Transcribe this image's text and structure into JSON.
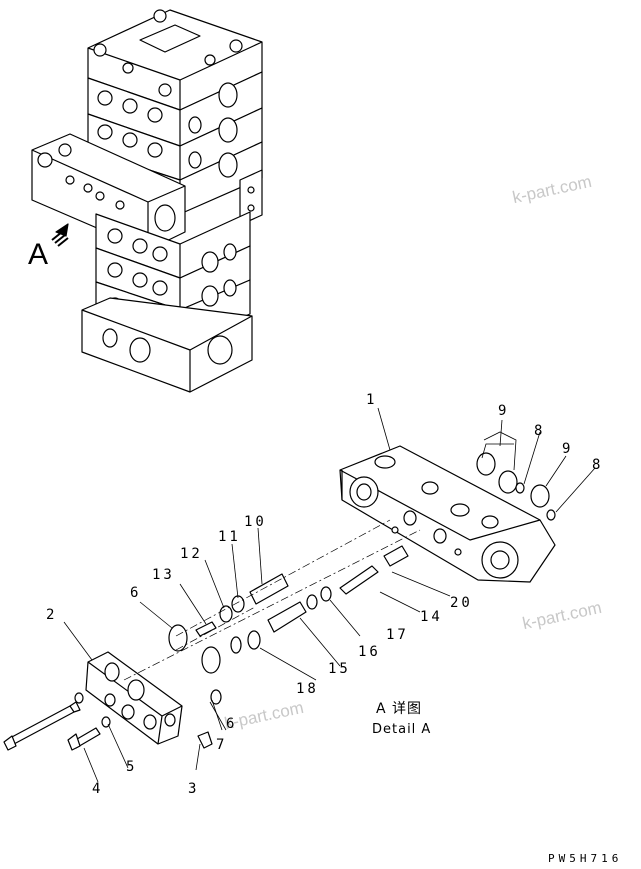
{
  "view_letter": "A",
  "detail_title": "A 详图",
  "detail_subtitle": "Detail A",
  "drawing_code": "PW5H716",
  "watermarks": [
    "k-part.com",
    "k-part.com",
    "k-part.com"
  ],
  "callouts": [
    "1",
    "2",
    "3",
    "4",
    "5",
    "6",
    "6",
    "7",
    "8",
    "8",
    "9",
    "9",
    "10",
    "11",
    "12",
    "13",
    "14",
    "15",
    "16",
    "17",
    "18",
    "20"
  ]
}
